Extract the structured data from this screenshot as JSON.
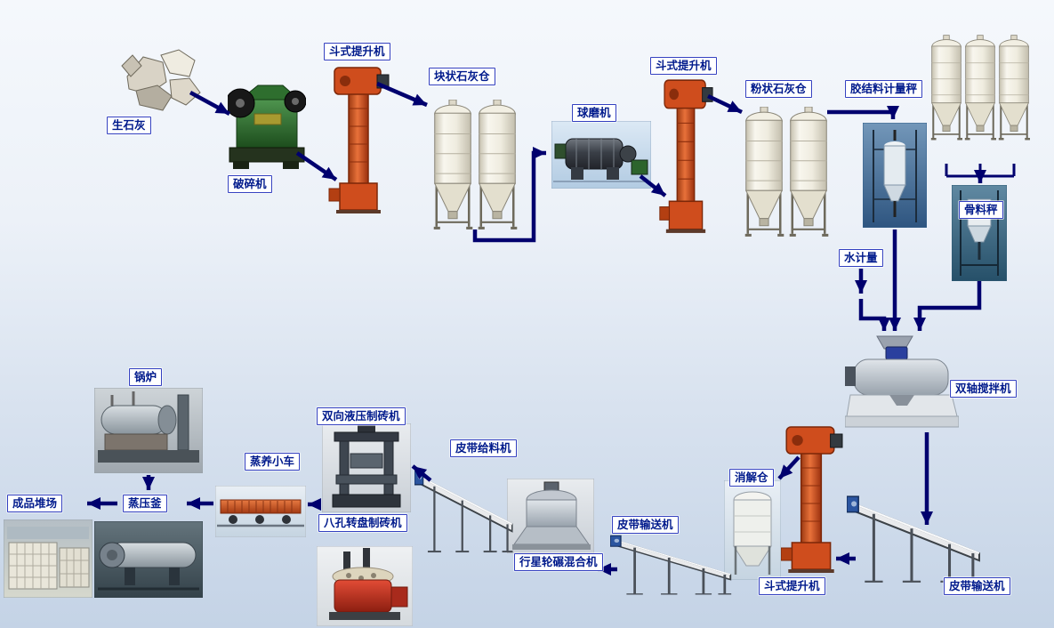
{
  "colors": {
    "background_top": "#f5f8fc",
    "background_bottom": "#c4d3e6",
    "arrow": "#00006e",
    "label_border": "#3340c0",
    "label_text": "#001a8c",
    "label_background": "#ffffff",
    "elevator_red": "#cf4d1d",
    "silo_white": "#f2efe3",
    "crusher_green": "#2e6e2e"
  },
  "labels": {
    "quicklime": "生石灰",
    "crusher": "破碎机",
    "bucket_elevator_1": "斗式提升机",
    "lump_lime_silo": "块状石灰仓",
    "ball_mill": "球磨机",
    "bucket_elevator_2": "斗式提升机",
    "powder_lime_silo": "粉状石灰仓",
    "binder_metering_scale": "胶结料计量秤",
    "aggregate_scale": "骨料秤",
    "water_metering": "水计量",
    "twin_shaft_mixer": "双轴搅拌机",
    "digestion_silo": "消解仓",
    "bucket_elevator_3": "斗式提升机",
    "belt_conveyor_right": "皮带输送机",
    "belt_conveyor_middle": "皮带输送机",
    "belt_feeder": "皮带给料机",
    "planetary_mixer": "行星轮碾混合机",
    "hydraulic_brick_machine": "双向液压制砖机",
    "rotary_brick_machine": "八孔转盘制砖机",
    "steam_curing_cart": "蒸养小车",
    "autoclave": "蒸压釜",
    "product_yard": "成品堆场",
    "boiler": "锅炉"
  }
}
